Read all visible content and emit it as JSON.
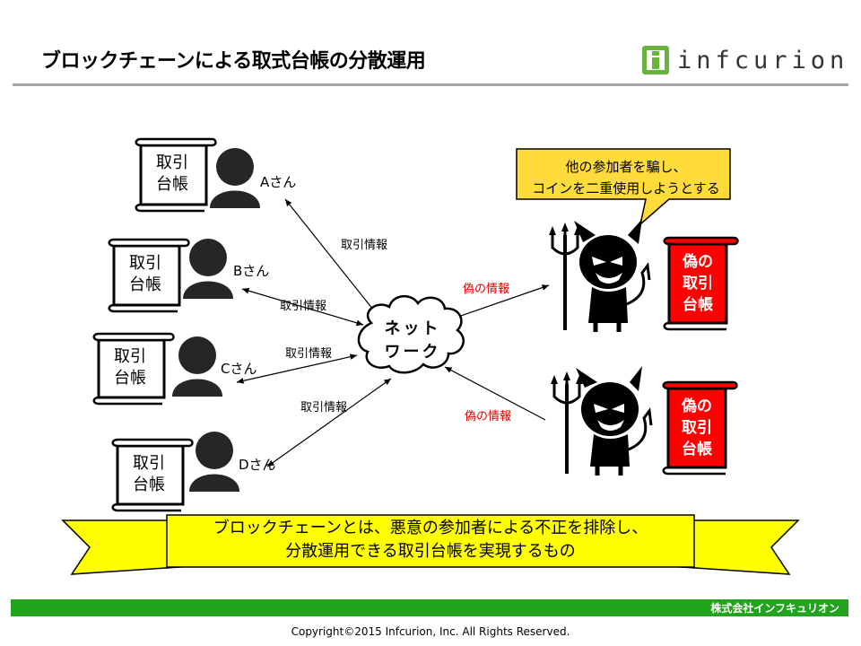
{
  "slide": {
    "title": "ブロックチェーンによる取式台帳の分散運用",
    "logo_text": "infcurion"
  },
  "ledgers": [
    {
      "line1": "取引",
      "line2": "台帳"
    },
    {
      "line1": "取引",
      "line2": "台帳"
    },
    {
      "line1": "取引",
      "line2": "台帳"
    },
    {
      "line1": "取引",
      "line2": "台帳"
    }
  ],
  "participants": [
    "Aさん",
    "Bさん",
    "Cさん",
    "Dさん"
  ],
  "edge_labels": {
    "a": "取引情報",
    "b": "取引情報",
    "c": "取引情報",
    "d": "取引情報",
    "fake1": "偽の情報",
    "fake2": "偽の情報"
  },
  "network": {
    "line1": "ネット",
    "line2": "ワーク"
  },
  "speech": {
    "line1": "他の参加者を騙し、",
    "line2": "コインを二重使用しようとする"
  },
  "fake_ledgers": [
    {
      "line1": "偽の",
      "line2": "取引",
      "line3": "台帳"
    },
    {
      "line1": "偽の",
      "line2": "取引",
      "line3": "台帳"
    }
  ],
  "banner": {
    "line1": "ブロックチェーンとは、悪意の参加者による不正を排除し、",
    "line2": "分散運用できる取引台帳を実現するもの"
  },
  "footer": {
    "company": "株式会社インフキュリオン",
    "copyright": "Copyright©2015  Infcurion,  Inc.  All Rights  Reserved."
  },
  "colors": {
    "logo_green": "#6ab33c",
    "footer_green": "#22a31d",
    "fake_red": "#ff0000",
    "banner_yellow": "#ffff00",
    "speech_yellow": "#ffdb3b"
  }
}
